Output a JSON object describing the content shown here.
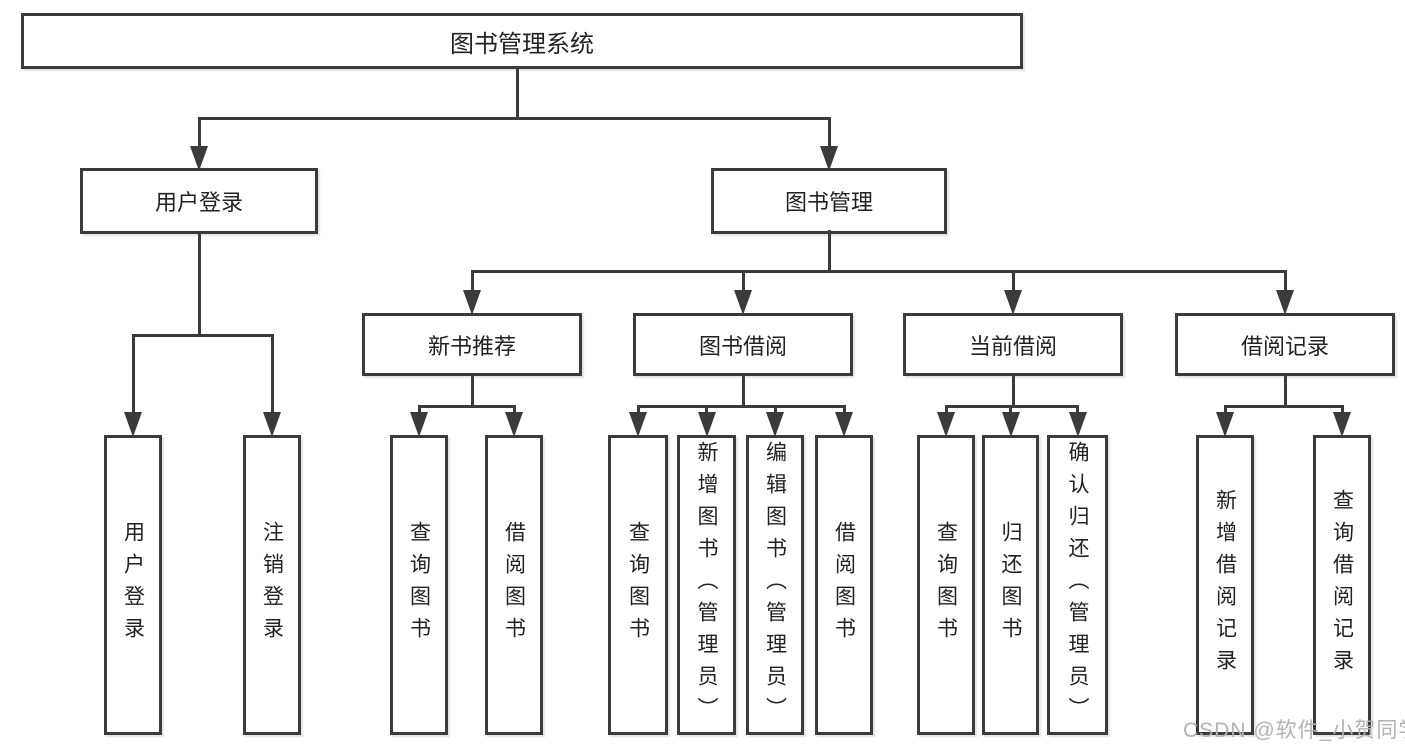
{
  "diagram": {
    "title": "图书管理系统",
    "root": {
      "label": "图书管理系统"
    },
    "level2": [
      {
        "label": "用户登录"
      },
      {
        "label": "图书管理"
      }
    ],
    "level3": [
      {
        "label": "新书推荐"
      },
      {
        "label": "图书借阅"
      },
      {
        "label": "当前借阅"
      },
      {
        "label": "借阅记录"
      }
    ],
    "leaves": [
      {
        "label": "用户登录",
        "parent": "用户登录"
      },
      {
        "label": "注销登录",
        "parent": "用户登录"
      },
      {
        "label": "查询图书",
        "parent": "新书推荐"
      },
      {
        "label": "借阅图书",
        "parent": "新书推荐"
      },
      {
        "label": "查询图书",
        "parent": "图书借阅"
      },
      {
        "label": "新增图书（管理员）",
        "parent": "图书借阅"
      },
      {
        "label": "编辑图书（管理员）",
        "parent": "图书借阅"
      },
      {
        "label": "借阅图书",
        "parent": "图书借阅"
      },
      {
        "label": "查询图书",
        "parent": "当前借阅"
      },
      {
        "label": "归还图书",
        "parent": "当前借阅"
      },
      {
        "label": "确认归还（管理员）",
        "parent": "当前借阅"
      },
      {
        "label": "新增借阅记录",
        "parent": "借阅记录"
      },
      {
        "label": "查询借阅记录",
        "parent": "借阅记录"
      }
    ]
  },
  "watermark": {
    "text": "CSDN @软件_小贺同学"
  },
  "colors": {
    "line": "#3b3b3b",
    "text": "#222222",
    "background": "#ffffff",
    "watermark": "#b3b3b3"
  }
}
